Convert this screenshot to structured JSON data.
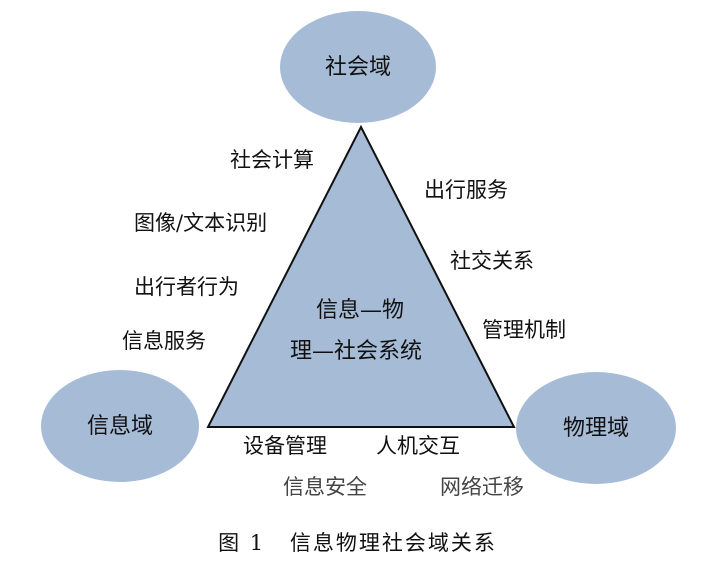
{
  "nodes": {
    "social": "社会域",
    "info": "信息域",
    "physical": "物理域"
  },
  "center": {
    "line1": "信息—物",
    "line2": "理—社会系统"
  },
  "left_edge_labels": [
    "社会计算",
    "图像/文本识别",
    "出行者行为",
    "信息服务"
  ],
  "right_edge_labels": [
    "出行服务",
    "社交关系",
    "管理机制"
  ],
  "bottom_labels": {
    "row1_left": "设备管理",
    "row1_right": "人机交互",
    "row2_left": "信息安全",
    "row2_right": "网络迁移"
  },
  "caption": {
    "figure_number": "图 1",
    "title": "信息物理社会域关系"
  },
  "colors": {
    "triangle_fill": "#a6bbd6",
    "ellipse_fill": "#a6bbd6",
    "outline": "#111111"
  }
}
